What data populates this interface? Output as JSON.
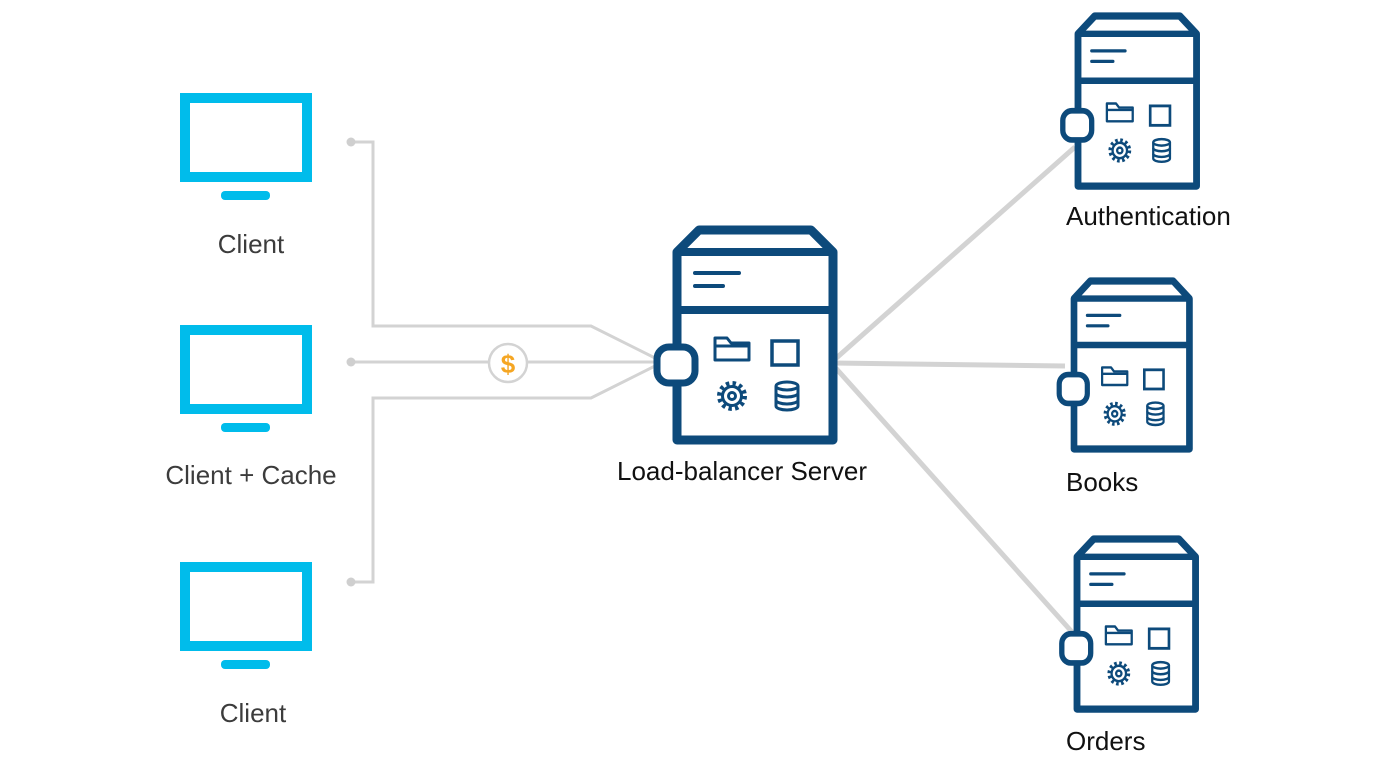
{
  "clients": [
    {
      "label": "Client"
    },
    {
      "label": "Client + Cache"
    },
    {
      "label": "Client"
    }
  ],
  "load_balancer": {
    "label": "Load-balancer Server"
  },
  "services": [
    {
      "label": "Authentication"
    },
    {
      "label": "Books"
    },
    {
      "label": "Orders"
    }
  ],
  "connector_badge": {
    "icon": "dollar-icon",
    "symbol": "$"
  },
  "colors": {
    "monitor": "#00bceb",
    "server": "#0d4a7b",
    "line": "#d3d3d3",
    "badge": "#f5a623"
  }
}
